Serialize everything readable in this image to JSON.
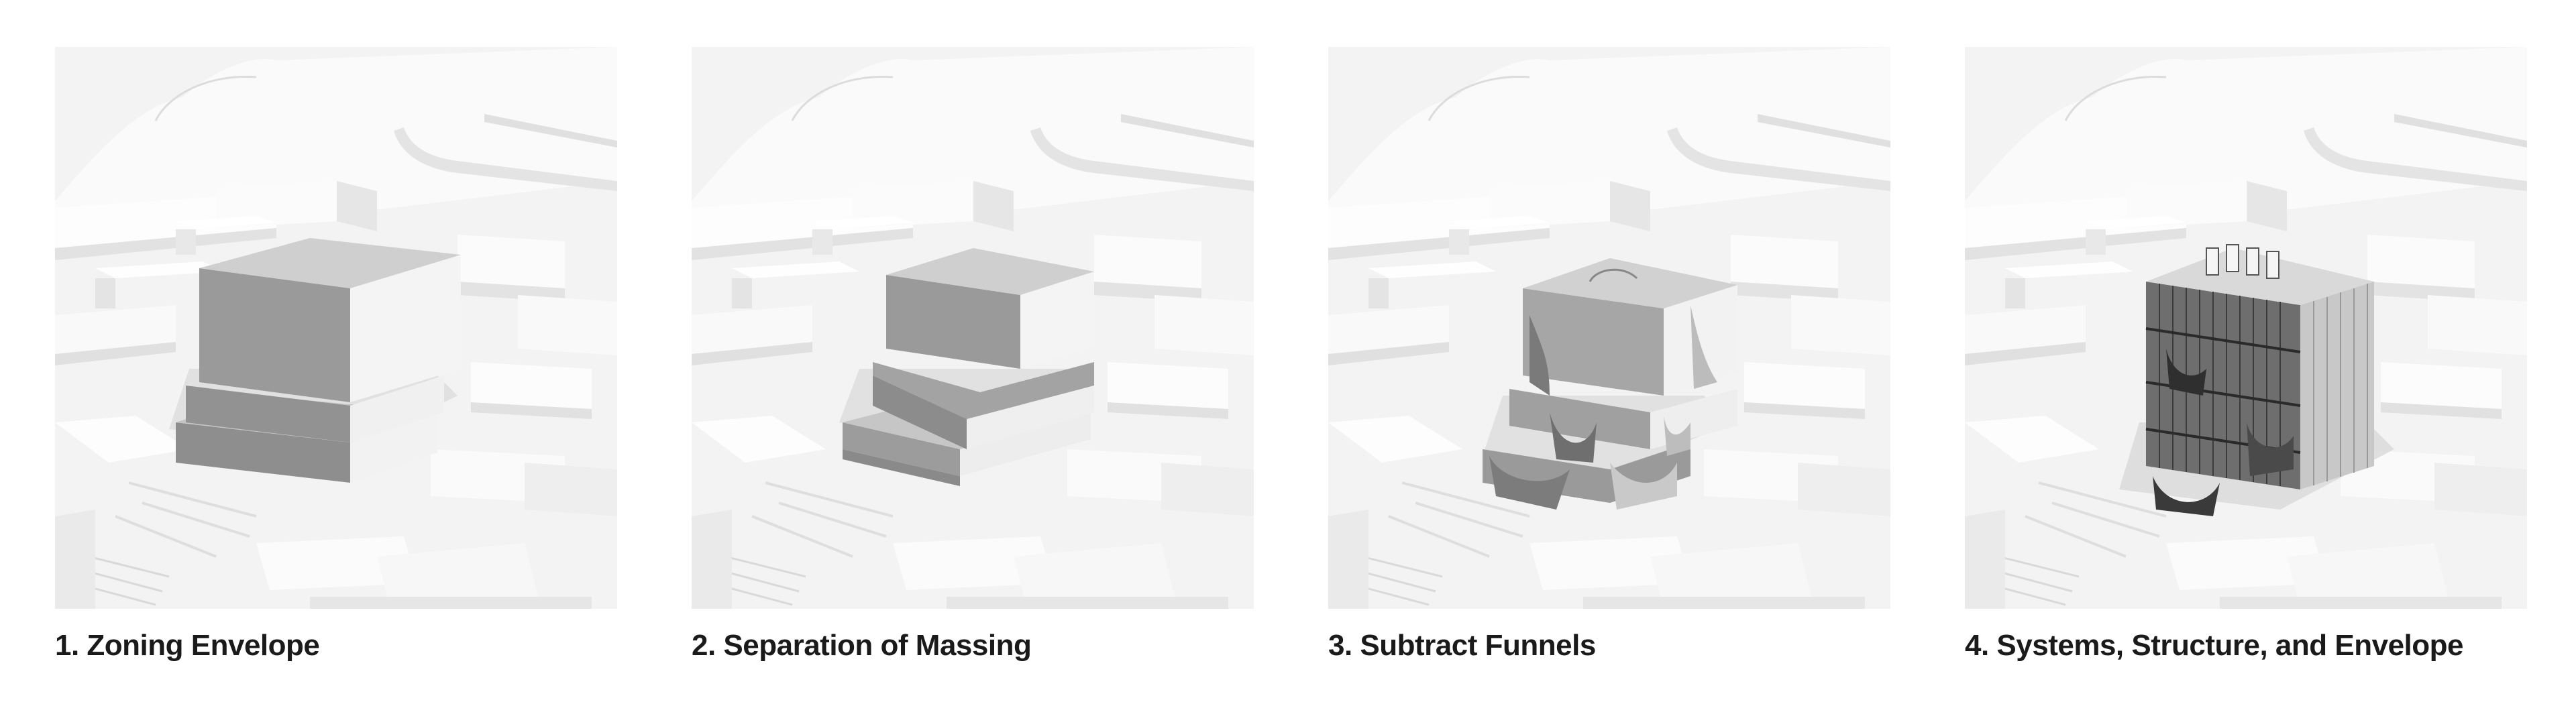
{
  "steps": [
    {
      "label": "1.  Zoning Envelope"
    },
    {
      "label": "2. Separation of Massing"
    },
    {
      "label": "3. Subtract Funnels"
    },
    {
      "label": "4. Systems, Structure, and Envelope"
    }
  ],
  "colors": {
    "background": "#ffffff",
    "site_model": "#efefef",
    "massing": "#9a9a9a",
    "caption_text": "#1a1a1a"
  }
}
